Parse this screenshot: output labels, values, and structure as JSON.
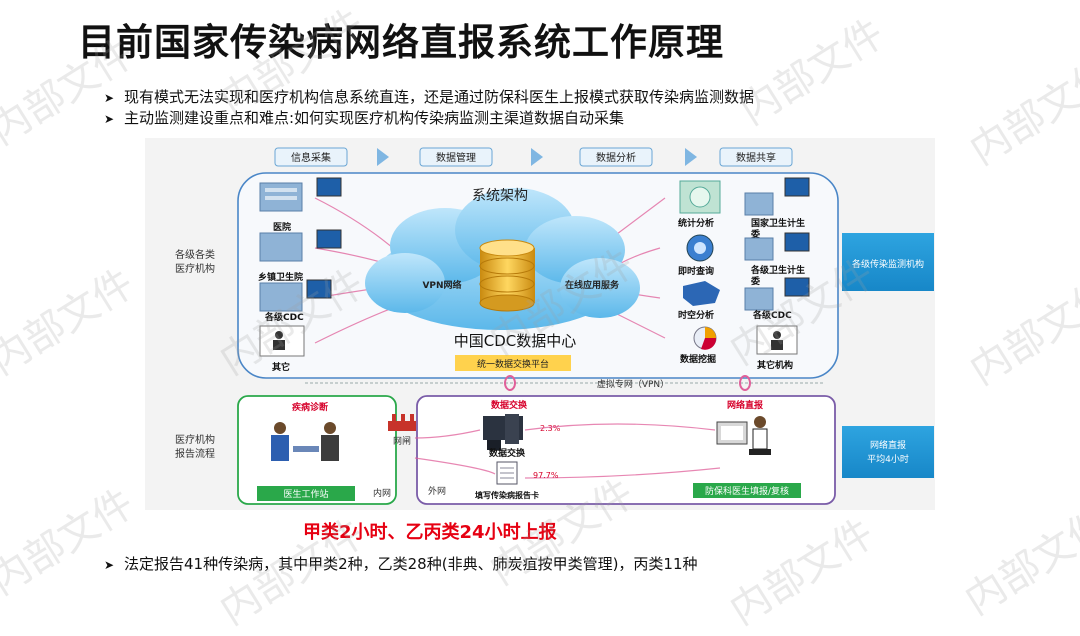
{
  "title": "目前国家传染病网络直报系统工作原理",
  "bullets": [
    "现有模式无法实现和医疗机构信息系统直连，还是通过防保科医生上报模式获取传染病监测数据",
    "主动监测建设重点和难点:如何实现医疗机构传染病监测主渠道数据自动采集",
    "法定报告41种传染病，其中甲类2种，乙类28种(非典、肺炭疽按甲类管理)，丙类11种"
  ],
  "emphasis": "甲类2小时、乙丙类24小时上报",
  "watermark": "内部文件",
  "diagram": {
    "flow_steps": [
      "信息采集",
      "数据管理",
      "数据分析",
      "数据共享"
    ],
    "system_arch_label": "系统架构",
    "vpn_network": "VPN网络",
    "online_service": "在线应用服务",
    "data_center": "中国CDC数据中心",
    "exchange_platform": "统一数据交换平台",
    "virtual_private_net": "虚拟专网（VPN）",
    "left_group_label": "各级各类\n医疗机构",
    "left_nodes": [
      "医院",
      "乡镇卫生院",
      "各级CDC",
      "其它"
    ],
    "right_functions": [
      "统计分析",
      "即时查询",
      "时空分析",
      "数据挖掘"
    ],
    "right_nodes": [
      "国家卫生计生委",
      "各级卫生计生委",
      "各级CDC",
      "其它机构"
    ],
    "right_box_top": "各级传染监测机构",
    "right_box_bottom": "网络直报\n平均4小时",
    "bottom_group_label": "医疗机构\n报告流程",
    "disease_diagnosis": "疾病诊断",
    "doctor_station": "医生工作站",
    "intranet": "内网",
    "gateway": "网闸",
    "extranet": "外网",
    "data_exchange_title": "数据交换",
    "data_exchange_node": "数据交换",
    "pct_exchange": "2.3%",
    "pct_card": "97.7%",
    "fill_card": "填写传染病报告卡",
    "direct_report": "网络直报",
    "prevention_doctor": "防保科医生填报/复核"
  }
}
